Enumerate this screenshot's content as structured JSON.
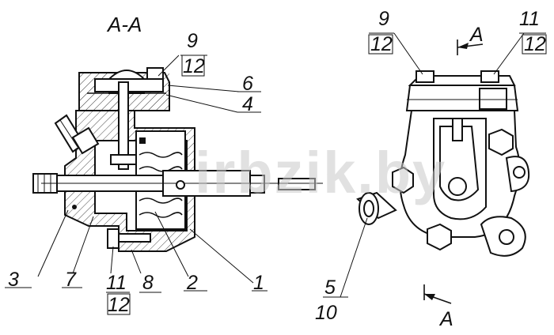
{
  "section_title": "A-A",
  "watermark": "irbzik.by",
  "view_marks": {
    "top": "A",
    "bottom": "A"
  },
  "left_callouts": {
    "c9": "9",
    "c12_top": "12",
    "c6": "6",
    "c4": "4",
    "c3": "3",
    "c7": "7",
    "c11": "11",
    "c12_bottom": "12",
    "c8": "8",
    "c2": "2",
    "c1": "1"
  },
  "right_callouts": {
    "c9": "9",
    "c12_left": "12",
    "c11": "11",
    "c12_right": "12",
    "c5": "5",
    "c10": "10"
  }
}
